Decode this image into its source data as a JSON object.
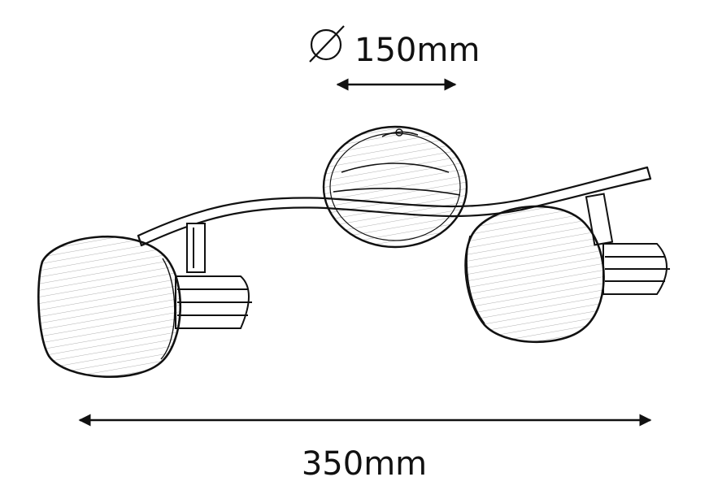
{
  "dimensions": {
    "diameter_label": "150mm",
    "diameter_symbol": "Ø",
    "width_label": "350mm"
  },
  "colors": {
    "line": "#111111",
    "background": "#ffffff"
  }
}
